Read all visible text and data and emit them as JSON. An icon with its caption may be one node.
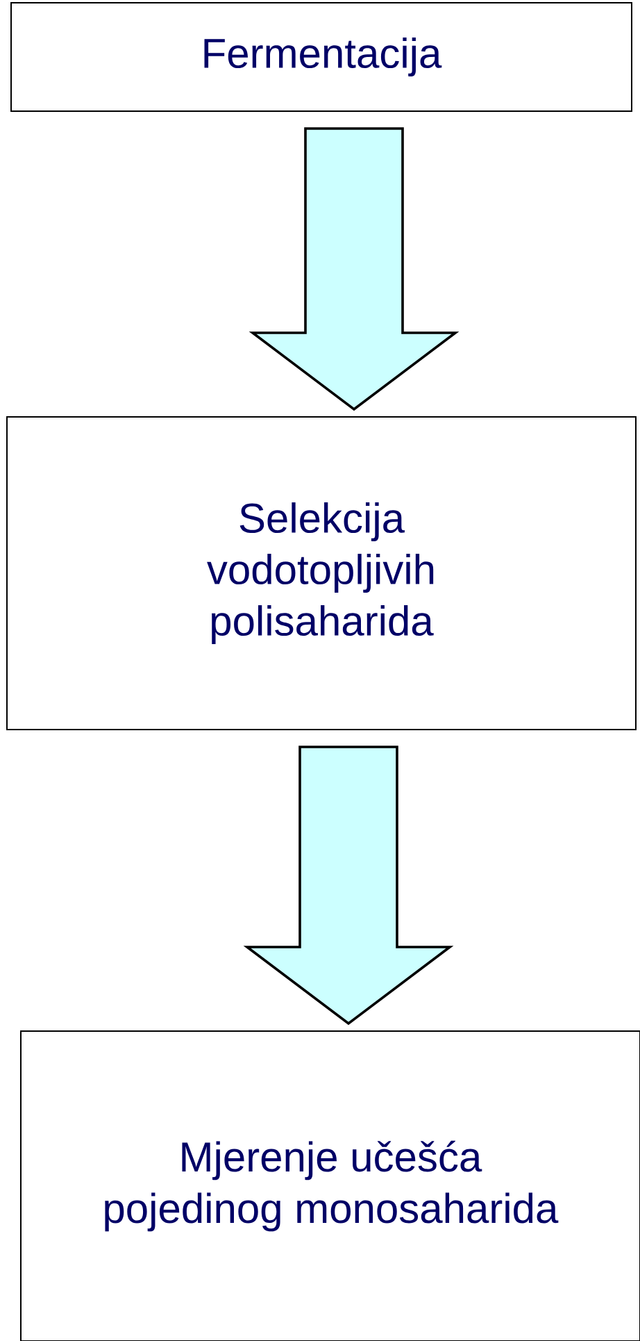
{
  "diagram": {
    "nodes": [
      {
        "text": [
          "Fermentacija"
        ]
      },
      {
        "text": [
          "Selekcija vodotopljivih polisaharida"
        ]
      },
      {
        "text": [
          "Mjerenje učešća pojedinog monosaharida"
        ]
      }
    ],
    "edges": [
      {
        "from": 0,
        "to": 1,
        "arrow": "to"
      },
      {
        "from": 1,
        "to": 2,
        "arrow": "to"
      }
    ]
  }
}
